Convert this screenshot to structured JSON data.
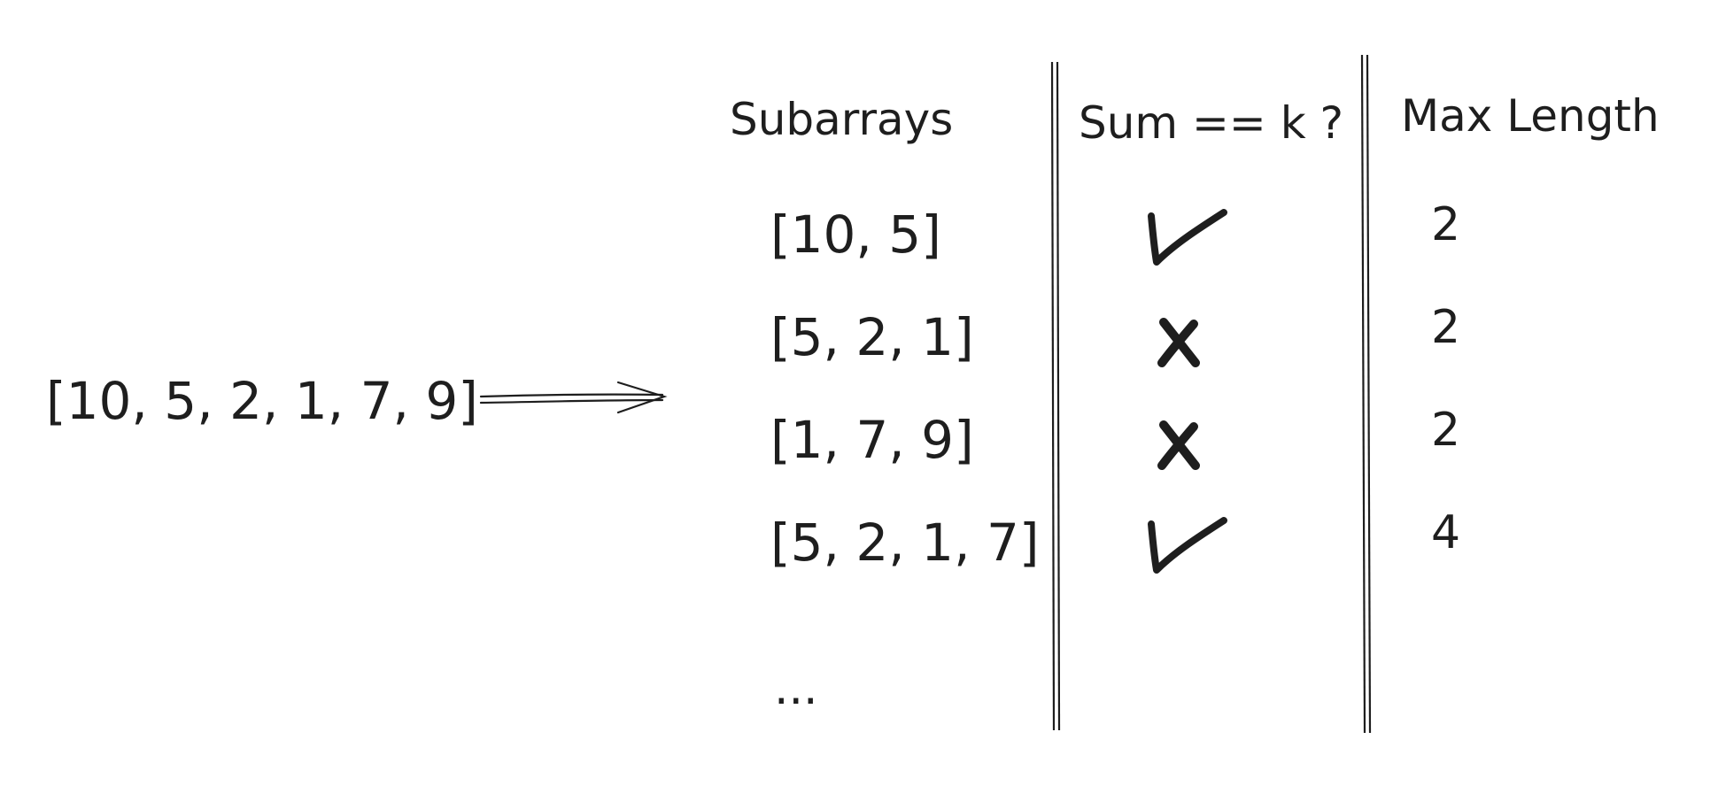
{
  "input_array": "[10, 5, 2, 1, 7, 9]",
  "headers": {
    "subarrays": "Subarrays",
    "sum_check": "Sum == k ?",
    "max_length": "Max Length"
  },
  "rows": [
    {
      "subarray": "[10, 5]",
      "result": "check",
      "max_length": "2"
    },
    {
      "subarray": "[5, 2, 1]",
      "result": "cross",
      "max_length": "2"
    },
    {
      "subarray": "[1, 7, 9]",
      "result": "cross",
      "max_length": "2"
    },
    {
      "subarray": "[5, 2, 1, 7]",
      "result": "check",
      "max_length": "4"
    }
  ],
  "continuation": "...",
  "colors": {
    "ink": "#1e1e1e",
    "background": "#ffffff"
  }
}
